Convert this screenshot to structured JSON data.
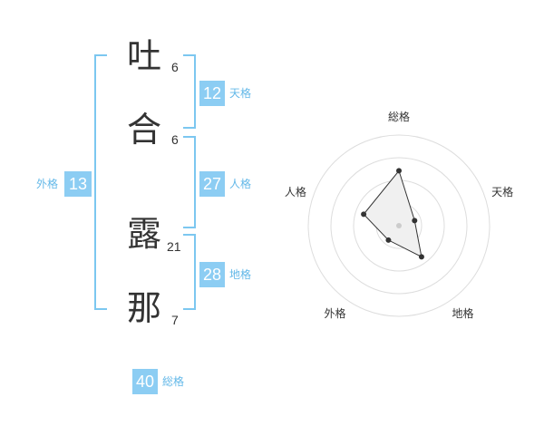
{
  "name": {
    "chars": [
      {
        "char": "吐",
        "strokes": "6"
      },
      {
        "char": "合",
        "strokes": "6"
      },
      {
        "char": "露",
        "strokes": "21"
      },
      {
        "char": "那",
        "strokes": "7"
      }
    ]
  },
  "kakusu": {
    "tenkaku": {
      "label": "天格",
      "value": "12"
    },
    "jinkaku": {
      "label": "人格",
      "value": "27"
    },
    "chikaku": {
      "label": "地格",
      "value": "28"
    },
    "gaikaku": {
      "label": "外格",
      "value": "13"
    },
    "soukaku": {
      "label": "総格",
      "value": "40"
    }
  },
  "chart_data": {
    "type": "radar",
    "axes": [
      "総格",
      "天格",
      "地格",
      "外格",
      "人格"
    ],
    "values": [
      40,
      12,
      28,
      13,
      27
    ],
    "fill": "#f0f0f0",
    "line": "#333333",
    "grid": true
  }
}
